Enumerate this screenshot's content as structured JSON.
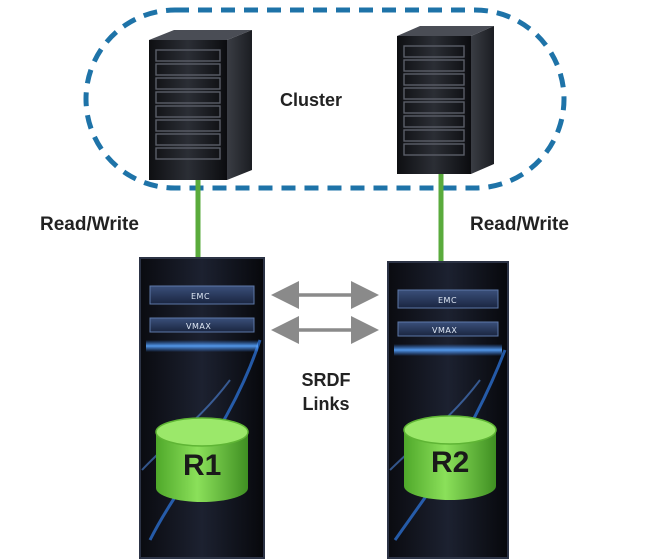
{
  "cluster": {
    "label": "Cluster"
  },
  "hosts": [
    {
      "connection_label": "Read/Write"
    },
    {
      "connection_label": "Read/Write"
    }
  ],
  "storage": [
    {
      "vendor_badge": "EMC",
      "model_badge": "VMAX",
      "volume": "R1"
    },
    {
      "vendor_badge": "EMC",
      "model_badge": "VMAX",
      "volume": "R2"
    }
  ],
  "links": {
    "line1": "SRDF",
    "line2": "Links"
  },
  "colors": {
    "cluster_border": "#1e73a8",
    "connection": "#5aab3c",
    "volume": "#7fd64a",
    "arrow": "#8a8a8a",
    "rack": "#14161b"
  },
  "icons": [
    "server-icon",
    "storage-array-icon",
    "disk-volume-icon",
    "bidirectional-arrow-icon"
  ]
}
